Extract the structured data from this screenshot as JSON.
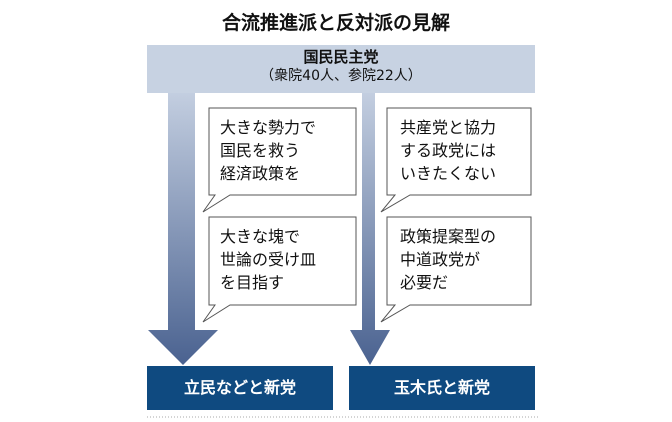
{
  "title": "合流推進派と反対派の見解",
  "party": {
    "name": "国民民主党",
    "seats": "（衆院40人、参院22人）"
  },
  "left_opinions": [
    "大きな勢力で\n国民を救う\n経済政策を",
    "大きな塊で\n世論の受け皿\nを目指す"
  ],
  "right_opinions": [
    "共産党と協力\nする政党には\nいきたくない",
    "政策提案型の\n中道政党が\n必要だ"
  ],
  "destinations": {
    "left": "立民などと新党",
    "right": "玉木氏と新党"
  },
  "colors": {
    "band": "#c7d2e2",
    "arrow_top": "#b9c6da",
    "arrow_bottom": "#4a6290",
    "dest_box": "#0f4a80"
  }
}
